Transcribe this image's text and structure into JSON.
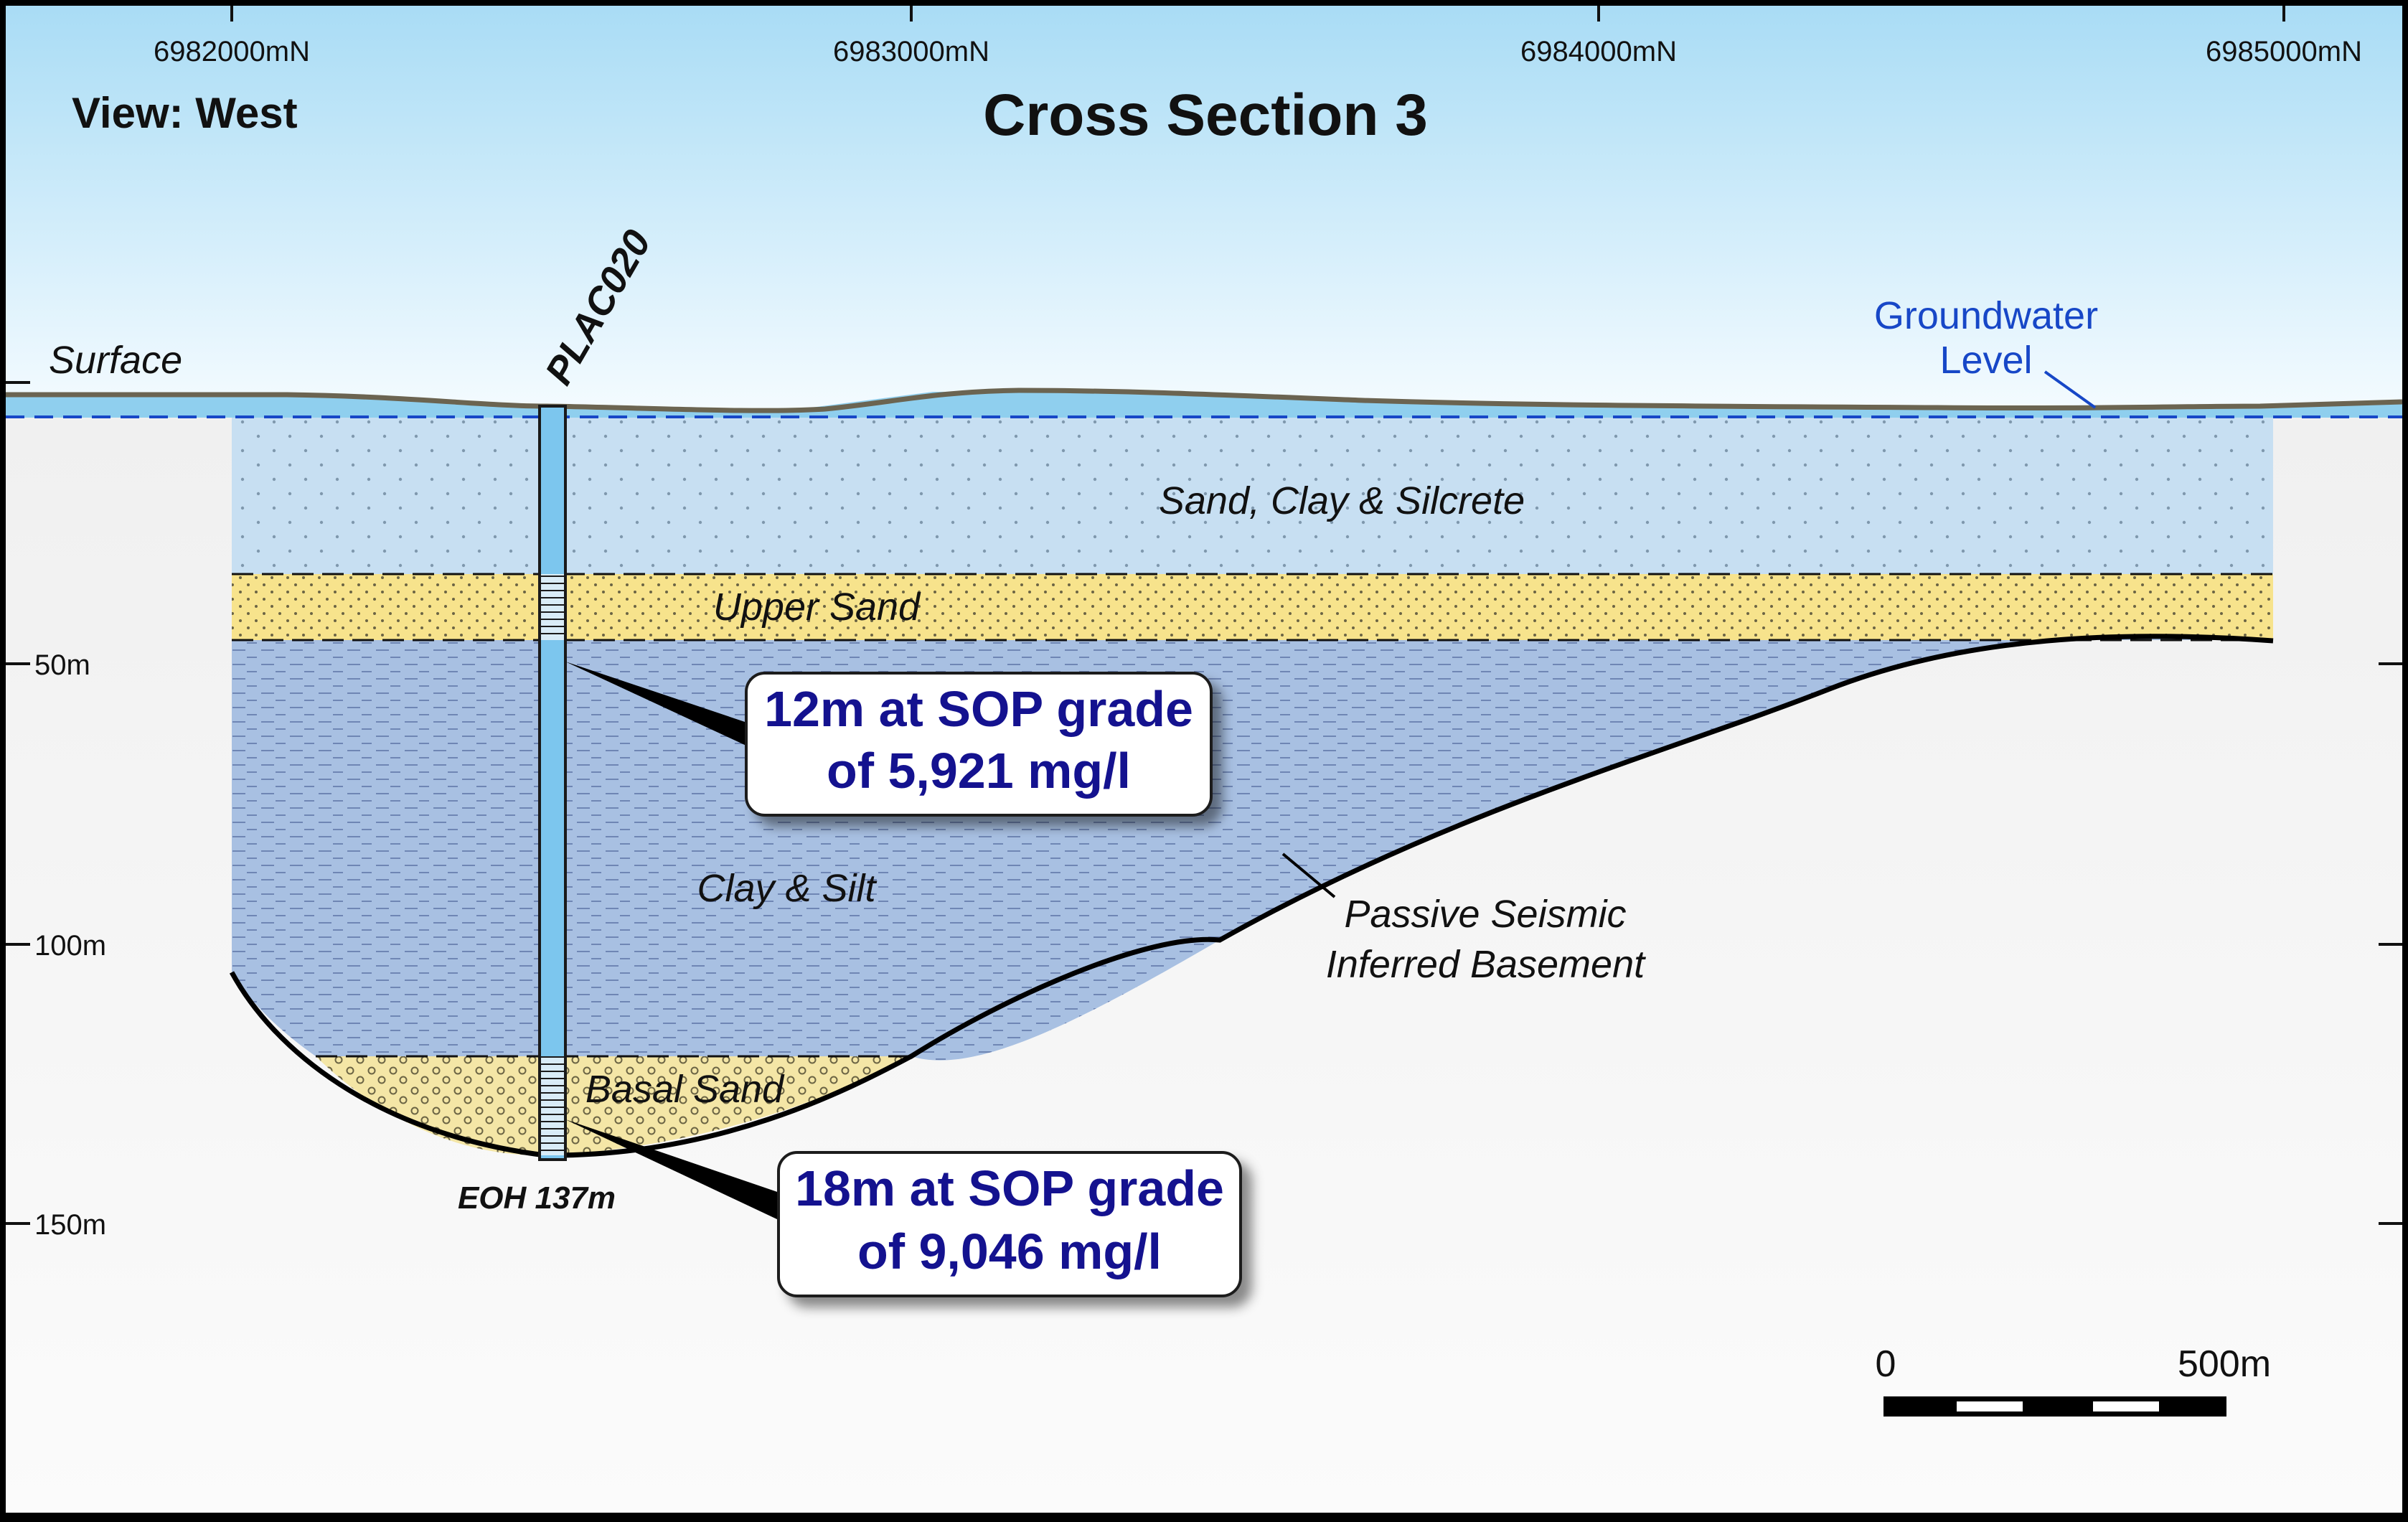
{
  "title": "Cross Section 3",
  "view_label": "View: West",
  "northings": [
    "6982000mN",
    "6983000mN",
    "6984000mN",
    "6985000mN"
  ],
  "depth_labels": [
    "50m",
    "100m",
    "150m"
  ],
  "surface_label": "Surface",
  "groundwater_label": [
    "Groundwater",
    "Level"
  ],
  "drillhole": {
    "name": "PLAC020",
    "eoh": "EOH 137m"
  },
  "units": {
    "top": "Sand, Clay & Silcrete",
    "upper_sand": "Upper Sand",
    "clay_silt": "Clay & Silt",
    "basal_sand": "Basal Sand"
  },
  "basement_label": [
    "Passive Seismic",
    "Inferred Basement"
  ],
  "callouts": [
    {
      "line1": "12m at SOP grade",
      "line2": "of 5,921 mg/l"
    },
    {
      "line1": "18m at SOP grade",
      "line2": "of 9,046 mg/l"
    }
  ],
  "scale_bar": {
    "start": "0",
    "end": "500m"
  },
  "colors": {
    "sky_top": "#a9dcf5",
    "sand_clay": "#c7dff2",
    "upper_sand": "#f7e38c",
    "clay_silt": "#a8c0e2",
    "basal_sand": "#f4e6a6",
    "groundwater": "#1747c7",
    "callout_text": "#14128f"
  }
}
